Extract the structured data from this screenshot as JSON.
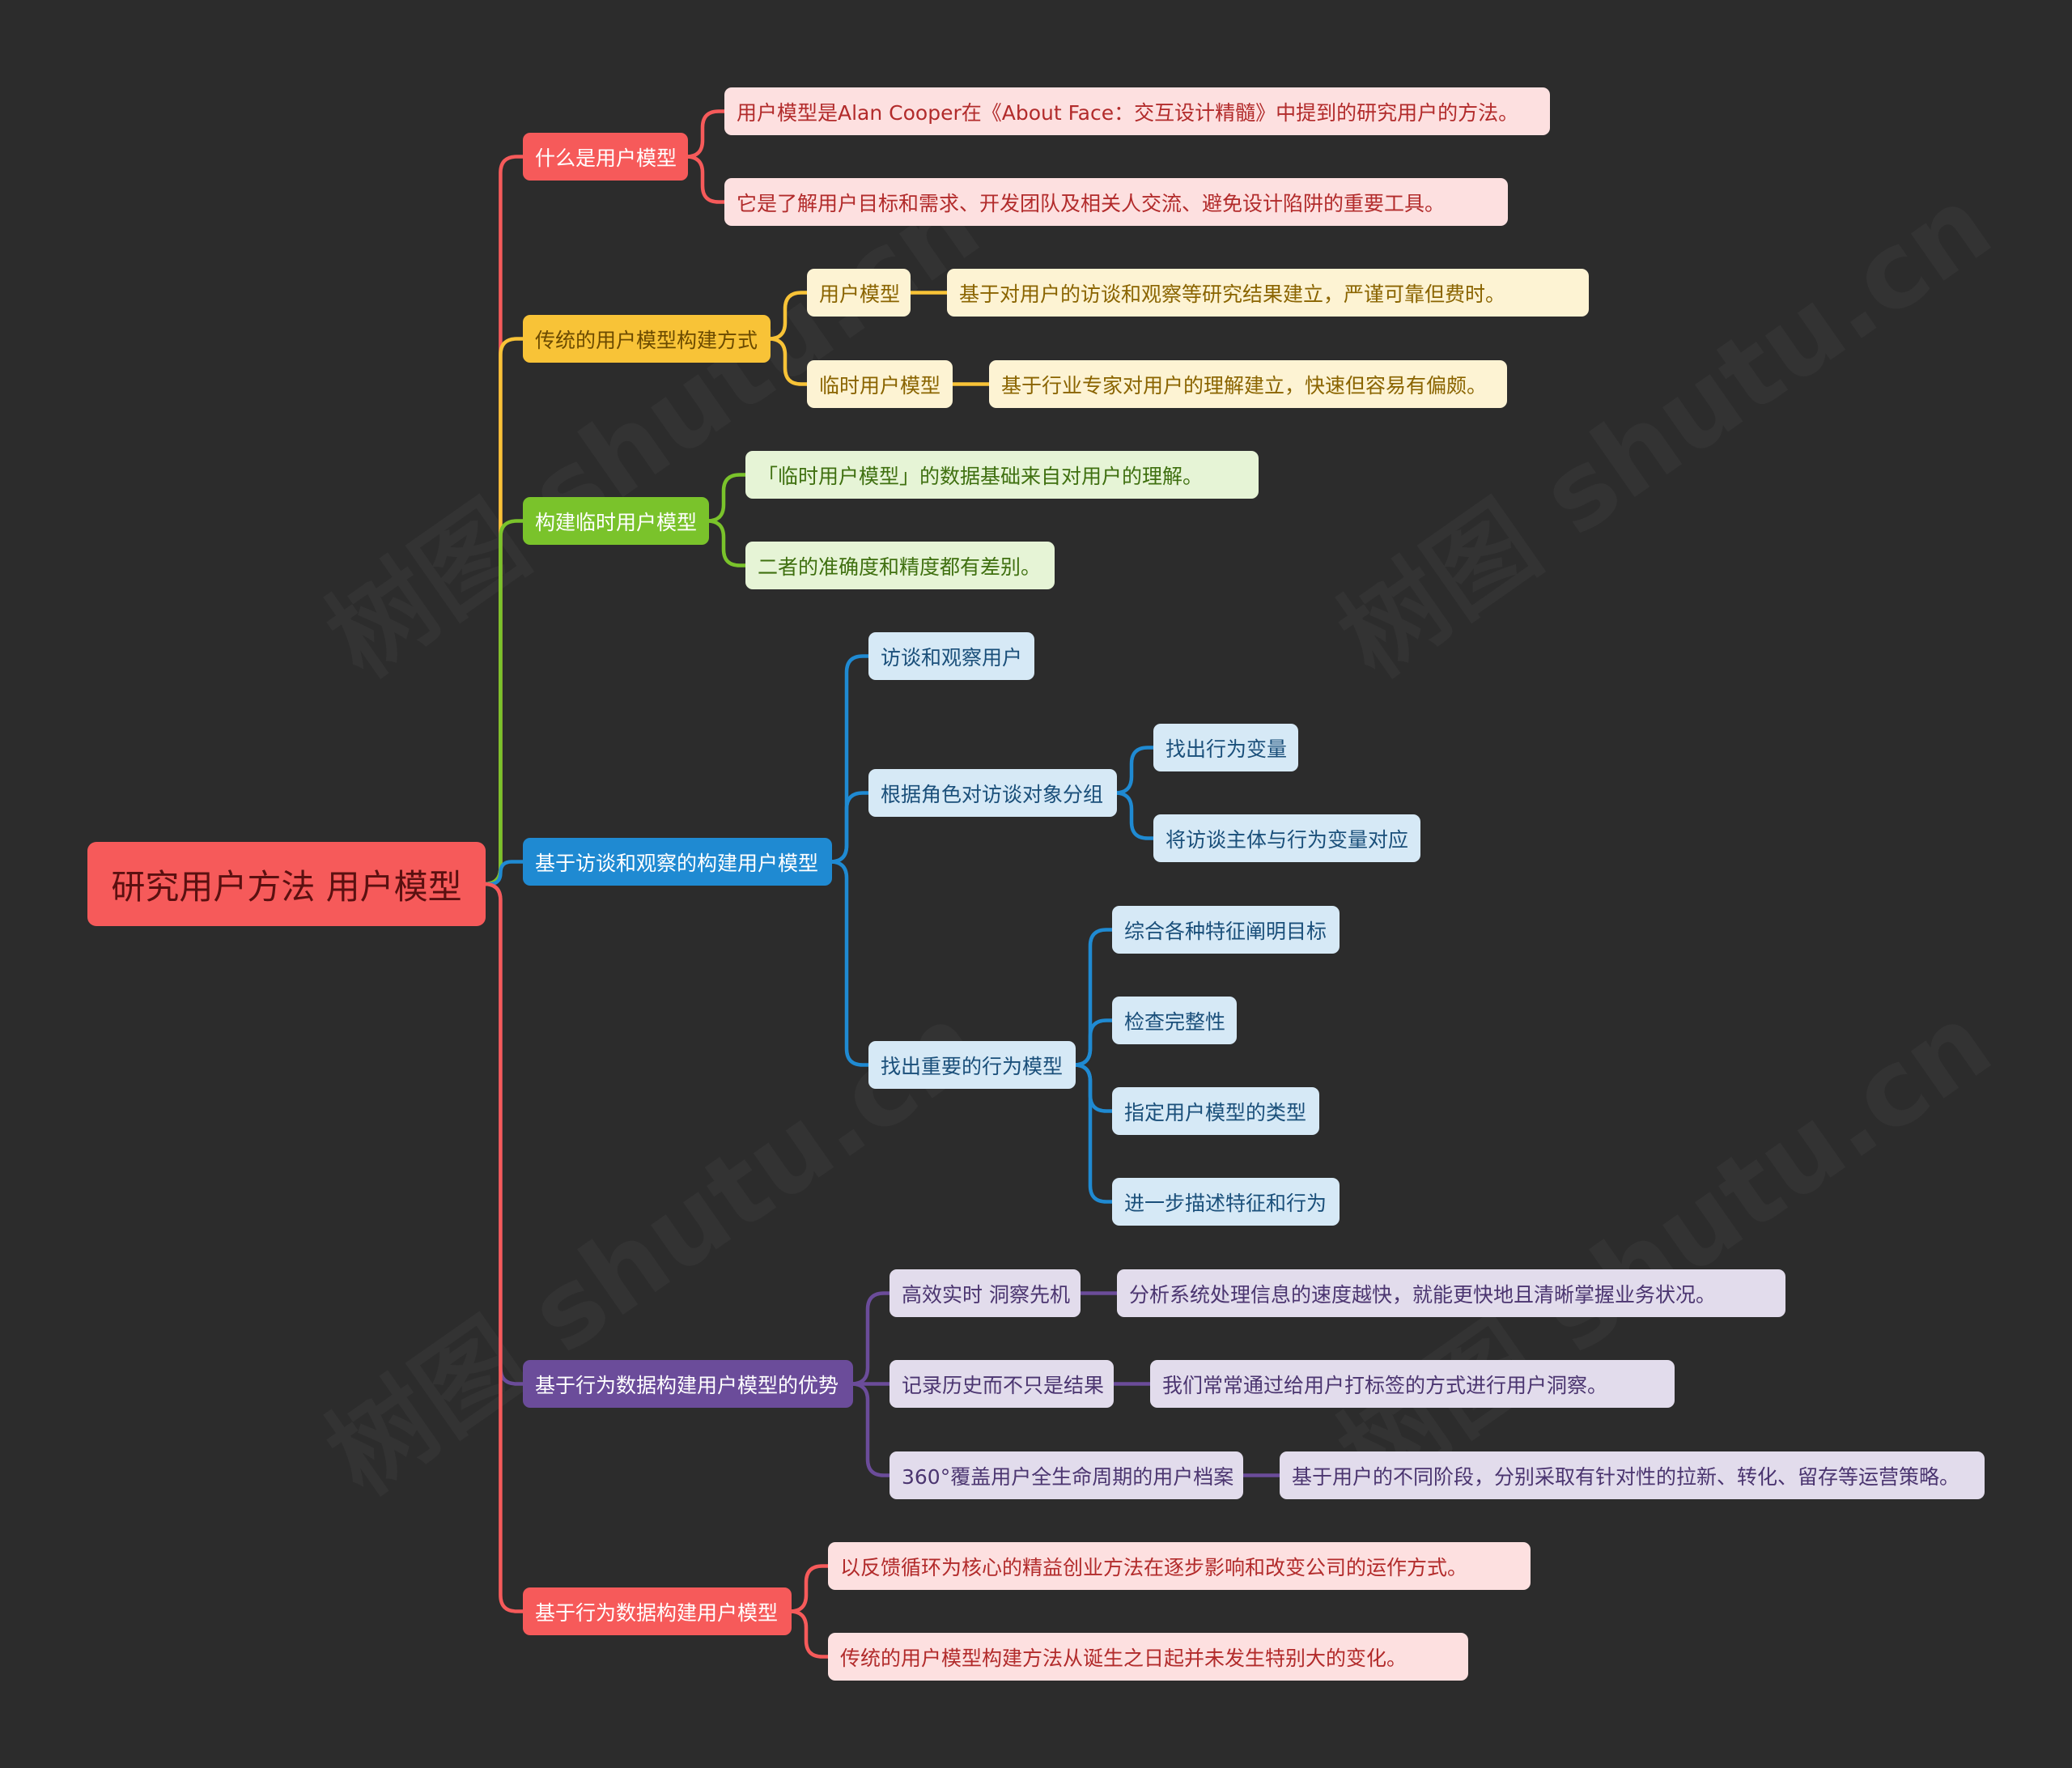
{
  "colors": {
    "background": "#2c2c2c",
    "root": "#f65a5a",
    "red": "#f65a5a",
    "red_light": "#fde0e0",
    "yellow": "#f8c337",
    "yellow_light": "#fdf3d3",
    "green": "#7ac32b",
    "green_light": "#e6f4d6",
    "blue": "#1f8ad2",
    "blue_light": "#d6e9f6",
    "purple": "#6b4c9a",
    "purple_light": "#e2dcec"
  },
  "watermark": "树图 shutu.cn",
  "root": {
    "label": "研究用户方法 用户模型"
  },
  "branches": [
    {
      "label": "什么是用户模型",
      "children": [
        {
          "label": "用户模型是Alan Cooper在《About Face：交互设计精髓》中提到的研究用户的方法。"
        },
        {
          "label": "它是了解用户目标和需求、开发团队及相关人交流、避免设计陷阱的重要工具。"
        }
      ]
    },
    {
      "label": "传统的用户模型构建方式",
      "children": [
        {
          "label": "用户模型",
          "children": [
            {
              "label": "基于对用户的访谈和观察等研究结果建立，严谨可靠但费时。"
            }
          ]
        },
        {
          "label": "临时用户模型",
          "children": [
            {
              "label": "基于行业专家对用户的理解建立，快速但容易有偏颇。"
            }
          ]
        }
      ]
    },
    {
      "label": "构建临时用户模型",
      "children": [
        {
          "label": "「临时用户模型」的数据基础来自对用户的理解。"
        },
        {
          "label": "二者的准确度和精度都有差别。"
        }
      ]
    },
    {
      "label": "基于访谈和观察的构建用户模型",
      "children": [
        {
          "label": "访谈和观察用户"
        },
        {
          "label": "根据角色对访谈对象分组",
          "children": [
            {
              "label": "找出行为变量"
            },
            {
              "label": "将访谈主体与行为变量对应"
            }
          ]
        },
        {
          "label": "找出重要的行为模型",
          "children": [
            {
              "label": "综合各种特征阐明目标"
            },
            {
              "label": "检查完整性"
            },
            {
              "label": "指定用户模型的类型"
            },
            {
              "label": "进一步描述特征和行为"
            }
          ]
        }
      ]
    },
    {
      "label": "基于行为数据构建用户模型的优势",
      "children": [
        {
          "label": "高效实时 洞察先机",
          "children": [
            {
              "label": "分析系统处理信息的速度越快，就能更快地且清晰掌握业务状况。"
            }
          ]
        },
        {
          "label": "记录历史而不只是结果",
          "children": [
            {
              "label": "我们常常通过给用户打标签的方式进行用户洞察。"
            }
          ]
        },
        {
          "label": "360°覆盖用户全生命周期的用户档案",
          "children": [
            {
              "label": "基于用户的不同阶段，分别采取有针对性的拉新、转化、留存等运营策略。"
            }
          ]
        }
      ]
    },
    {
      "label": "基于行为数据构建用户模型",
      "children": [
        {
          "label": "以反馈循环为核心的精益创业方法在逐步影响和改变公司的运作方式。"
        },
        {
          "label": "传统的用户模型构建方法从诞生之日起并未发生特别大的变化。"
        }
      ]
    }
  ]
}
